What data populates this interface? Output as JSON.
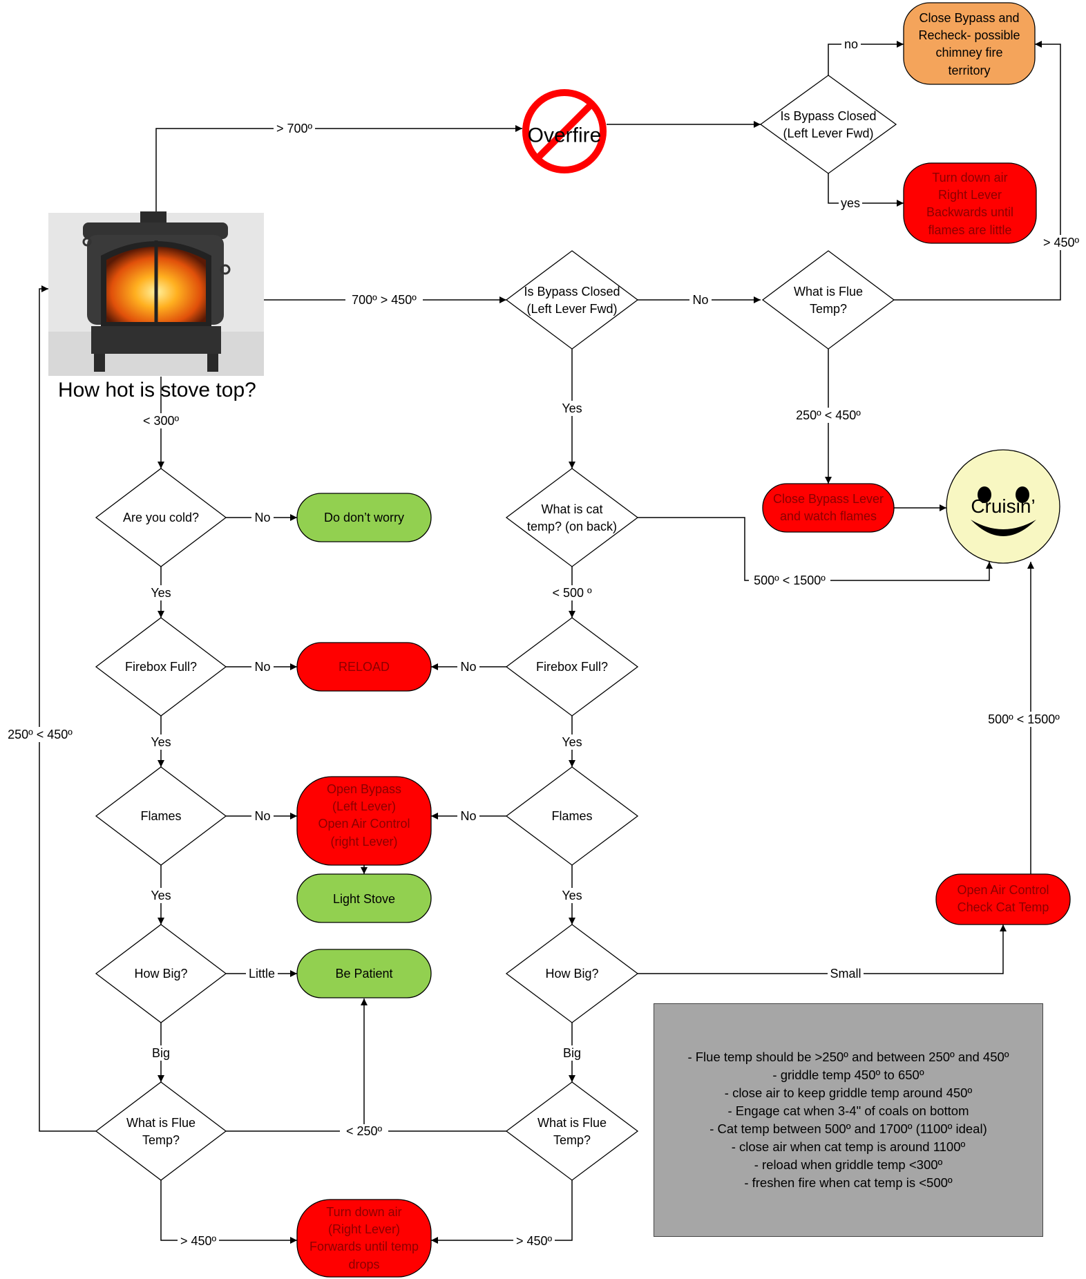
{
  "title": "How hot is stove top?",
  "colors": {
    "red": "#ff0000",
    "green": "#92d050",
    "orange": "#f4a45b",
    "smiley": "#f8f7c2",
    "note_bg": "#a6a6a6"
  },
  "nodes": {
    "overfire": "Overfire",
    "close_bypass_recheck": [
      "Close Bypass and",
      "Recheck- possible",
      "chimney fire",
      "territory"
    ],
    "is_bypass_closed": [
      "Is Bypass Closed",
      "(Left Lever Fwd)"
    ],
    "turn_down_backwards": [
      "Turn down air",
      "Right Lever",
      "Backwards until",
      "flames are little"
    ],
    "what_is_flue_temp": [
      "What is Flue",
      "Temp?"
    ],
    "close_bypass_watch": [
      "Close Bypass Lever",
      "and watch flames"
    ],
    "cruisin": "Cruisin’",
    "what_is_cat_temp": [
      "What is cat",
      "temp? (on back)"
    ],
    "are_you_cold": "Are you cold?",
    "do_dont_worry": "Do don’t worry",
    "firebox_full": "Firebox Full?",
    "reload": "RELOAD",
    "flames": "Flames",
    "open_bypass": [
      "Open Bypass",
      "(Left Lever)",
      "Open Air Control",
      "(right Lever)"
    ],
    "light_stove": "Light Stove",
    "how_big": "How Big?",
    "be_patient": "Be Patient",
    "open_air_check_cat": [
      "Open Air Control",
      "Check Cat Temp"
    ],
    "turn_down_forwards": [
      "Turn down air",
      "(Right Lever)",
      "Forwards until temp",
      "drops"
    ]
  },
  "edge_labels": {
    "gt700": "> 700º",
    "no_lower": "no",
    "yes_lower": "yes",
    "gt450": "> 450º",
    "r700_450": "700º > 450º",
    "no": "No",
    "yes": "Yes",
    "r250_450": "250º < 450º",
    "lt300": "< 300º",
    "r500_1500": "500º < 1500º",
    "lt500": "< 500 º",
    "little": "Little",
    "small": "Small",
    "big": "Big",
    "lt250": "< 250º"
  },
  "notes": [
    "- Flue temp should be >250º and between 250º and 450º",
    "- griddle temp 450º to 650º",
    "- close air to keep griddle temp around 450º",
    "- Engage cat when 3-4\" of coals on bottom",
    "- Cat temp between 500º and 1700º (1100º ideal)",
    "- close air when cat temp is around 1100º",
    "- reload when griddle temp <300º",
    "- freshen fire when cat temp is <500º"
  ]
}
